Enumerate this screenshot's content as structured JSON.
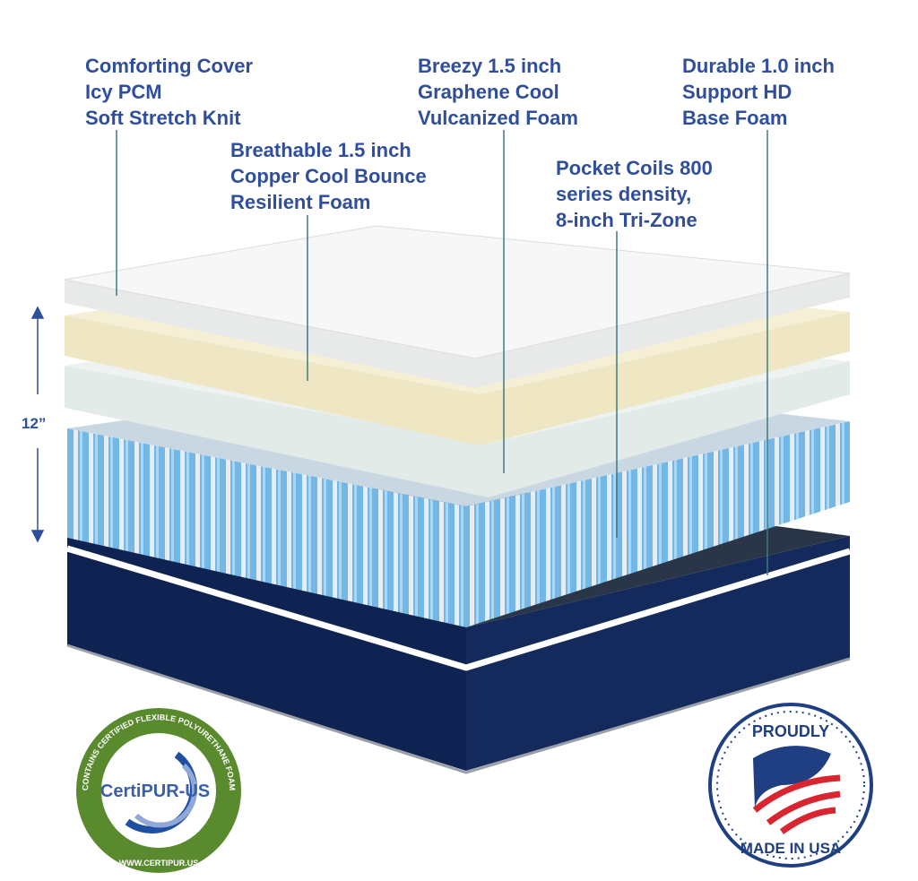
{
  "labels": [
    {
      "lines": [
        "Comforting Cover",
        "Icy PCM",
        "Soft Stretch Knit"
      ]
    },
    {
      "lines": [
        "Breathable 1.5 inch",
        "Copper Cool Bounce",
        "Resilient Foam"
      ]
    },
    {
      "lines": [
        "Breezy 1.5 inch",
        "Graphene Cool",
        "Vulcanized Foam"
      ]
    },
    {
      "lines": [
        "Pocket Coils 800",
        "series density,",
        "8-inch Tri-Zone"
      ]
    },
    {
      "lines": [
        "Durable 1.0 inch",
        "Support HD",
        "Base Foam"
      ]
    }
  ],
  "height_label": "12”",
  "badges": {
    "certipur": {
      "name": "CertiPUR-US",
      "ring": "CONTAINS CERTIFIED FLEXIBLE POLYURETHANE FOAM",
      "url": "WWW.CERTIPUR.US"
    },
    "usa": {
      "top": "PROUDLY",
      "bottom": "MADE IN USA"
    }
  },
  "colors": {
    "label": "#2f4e9b",
    "navy": "#14254f",
    "coil_blue": "#6fb6e6",
    "green": "#5a8a2e",
    "red": "#d9252f"
  }
}
